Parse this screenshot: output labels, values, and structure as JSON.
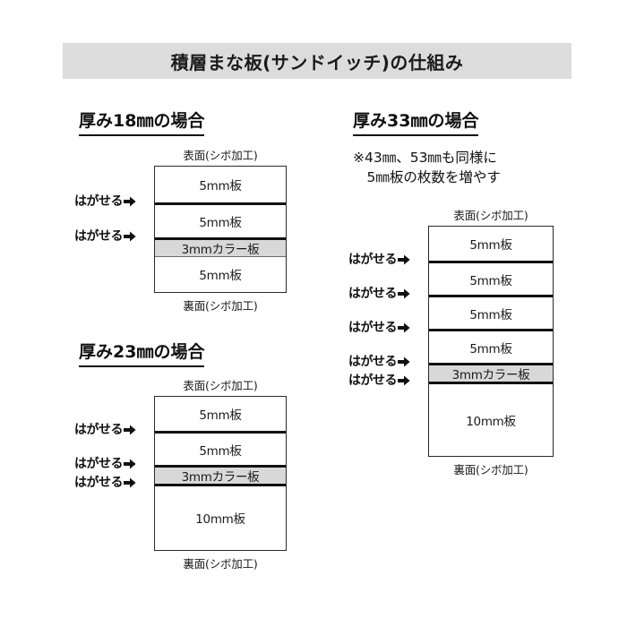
{
  "title": "積層まな板(サンドイッチ)の仕組み",
  "labels": {
    "front_face": "表面(シボ加工)",
    "back_face": "裏面(シボ加工)",
    "peelable": "はがせる",
    "arrow_icon": "right-arrow-icon"
  },
  "colors": {
    "banner_bg": "#dcdcdc",
    "color_layer_bg": "#d8d8d8",
    "stroke": "#2a2a2a",
    "seam": "#111111",
    "page_bg": "#ffffff"
  },
  "sections": [
    {
      "id": "18mm",
      "heading": "厚み18㎜の場合",
      "note": "",
      "layers": [
        {
          "label": "5mm板",
          "kind": "plain",
          "seam_above": false
        },
        {
          "label": "5mm板",
          "kind": "plain",
          "seam_above": true
        },
        {
          "label": "3mmカラー板",
          "kind": "color",
          "seam_above": true
        },
        {
          "label": "5mm板",
          "kind": "plain",
          "seam_above": false
        }
      ],
      "peelable_count": 2
    },
    {
      "id": "23mm",
      "heading": "厚み23㎜の場合",
      "note": "",
      "layers": [
        {
          "label": "5mm板",
          "kind": "plain",
          "seam_above": false
        },
        {
          "label": "5mm板",
          "kind": "plain",
          "seam_above": true
        },
        {
          "label": "3mmカラー板",
          "kind": "color",
          "seam_above": true
        },
        {
          "label": "10mm板",
          "kind": "plain",
          "seam_above": true
        }
      ],
      "peelable_count": 3
    },
    {
      "id": "33mm",
      "heading": "厚み33㎜の場合",
      "note": "※43㎜、53㎜も同様に\n　5㎜板の枚数を増やす",
      "layers": [
        {
          "label": "5mm板",
          "kind": "plain",
          "seam_above": false
        },
        {
          "label": "5mm板",
          "kind": "plain",
          "seam_above": true
        },
        {
          "label": "5mm板",
          "kind": "plain",
          "seam_above": true
        },
        {
          "label": "5mm板",
          "kind": "plain",
          "seam_above": true
        },
        {
          "label": "3mmカラー板",
          "kind": "color",
          "seam_above": true
        },
        {
          "label": "10mm板",
          "kind": "plain",
          "seam_above": true
        }
      ],
      "peelable_count": 5
    }
  ]
}
